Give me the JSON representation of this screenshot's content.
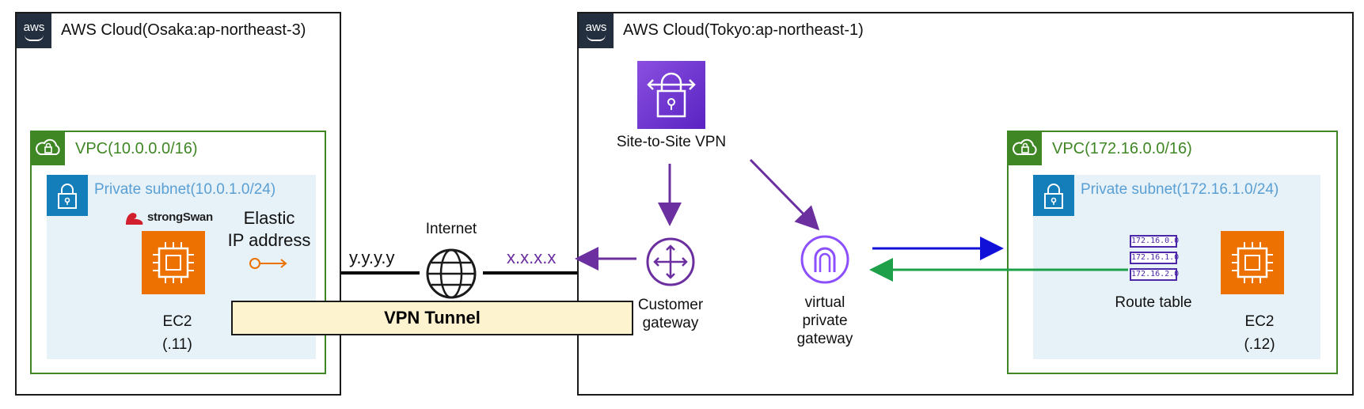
{
  "osaka": {
    "title": "AWS Cloud(Osaka:ap-northeast-3)",
    "aws_badge": "aws"
  },
  "tokyo": {
    "title": "AWS Cloud(Tokyo:ap-northeast-1)",
    "aws_badge": "aws"
  },
  "left_vpc": {
    "title": "VPC(10.0.0.0/16)"
  },
  "left_subnet": {
    "title": "Private subnet(10.0.1.0/24)"
  },
  "strongswan": {
    "label": "strongSwan"
  },
  "left_ec2": {
    "label_line1": "EC2",
    "label_line2": "(.11)"
  },
  "elastic_ip": {
    "label_line1": "Elastic",
    "label_line2": "IP address"
  },
  "internet": {
    "label": "Internet"
  },
  "ips": {
    "left": "y.y.y.y",
    "right": "x.x.x.x"
  },
  "tunnel": {
    "label": "VPN Tunnel"
  },
  "site_to_site": {
    "label": "Site-to-Site VPN"
  },
  "customer_gateway": {
    "label_line1": "Customer",
    "label_line2": "gateway"
  },
  "vpg": {
    "label_line1": "virtual",
    "label_line2": "private",
    "label_line3": "gateway"
  },
  "right_vpc": {
    "title": "VPC(172.16.0.0/16)"
  },
  "right_subnet": {
    "title": "Private subnet(172.16.1.0/24)"
  },
  "route_table": {
    "label": "Route table",
    "rows": [
      "172.16.0.0",
      "172.16.1.0",
      "172.16.2.0"
    ]
  },
  "right_ec2": {
    "label_line1": "EC2",
    "label_line2": "(.12)"
  },
  "colors": {
    "vpc_green": "#3f8624",
    "subnet_blue": "#147eba",
    "ec2_orange": "#ed7100",
    "vpn_purple": "#6b2fa0",
    "arrow_blue": "#1010d8",
    "arrow_green": "#1ea04a"
  }
}
